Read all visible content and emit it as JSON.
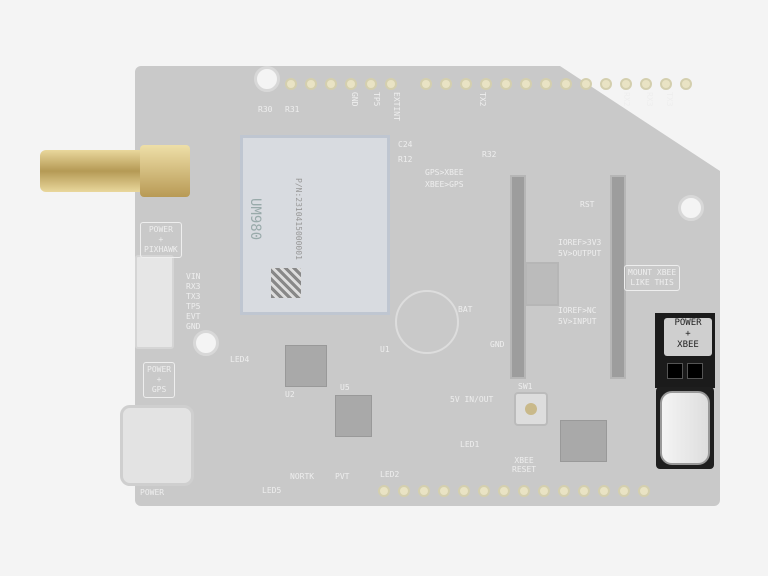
{
  "board": {
    "module_name": "UM980",
    "module_pn": "P/N:2310415000001",
    "labels": {
      "power_pixhawk": [
        "POWER",
        "+",
        "PIXHAWK"
      ],
      "power_gps": [
        "POWER",
        "+",
        "GPS"
      ],
      "mount_xbee": [
        "MOUNT XBEE",
        "LIKE THIS"
      ],
      "xbee_reset": [
        "XBEE",
        "RESET"
      ],
      "power_xbee": [
        "POWER",
        "+",
        "XBEE"
      ],
      "top_pins": [
        "GND",
        "TP5",
        "EXTINT",
        "TX2",
        "RX2",
        "RX3",
        "TX3"
      ],
      "side_pins": [
        "VIN",
        "RX3",
        "TX3",
        "TP5",
        "EVT",
        "GND"
      ],
      "misc": [
        "GPS>XBEE",
        "XBEE>GPS",
        "IOREF>3V3",
        "5V>OUTPUT",
        "IOREF>NC",
        "5V>INPUT",
        "5V IN/OUT",
        "BAT",
        "SW1",
        "LED1",
        "LED2",
        "LED4",
        "LED5",
        "NORTK",
        "PVT",
        "POWER",
        "GND",
        "RST",
        "R30",
        "R31",
        "C24",
        "R12",
        "R32",
        "U1",
        "U2",
        "U5"
      ]
    },
    "highlight_color": "#1b1b1b"
  }
}
